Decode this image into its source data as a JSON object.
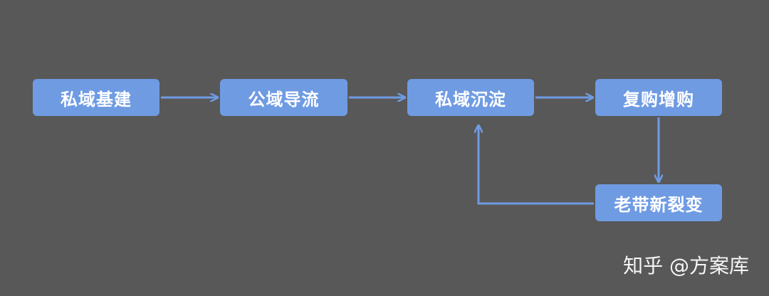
{
  "diagram": {
    "nodes": [
      {
        "id": "n1",
        "label": "私域基建"
      },
      {
        "id": "n2",
        "label": "公域导流"
      },
      {
        "id": "n3",
        "label": "私域沉淀"
      },
      {
        "id": "n4",
        "label": "复购增购"
      },
      {
        "id": "n5",
        "label": "老带新裂变"
      }
    ],
    "edges": [
      {
        "from": "n1",
        "to": "n2"
      },
      {
        "from": "n2",
        "to": "n3"
      },
      {
        "from": "n3",
        "to": "n4"
      },
      {
        "from": "n4",
        "to": "n5"
      },
      {
        "from": "n5",
        "to": "n3"
      }
    ]
  },
  "watermark": {
    "text": "知乎 @方案库"
  },
  "colors": {
    "background": "#585858",
    "node_fill": "#6f9be3",
    "arrow": "#6f9be3",
    "text": "#ffffff"
  }
}
